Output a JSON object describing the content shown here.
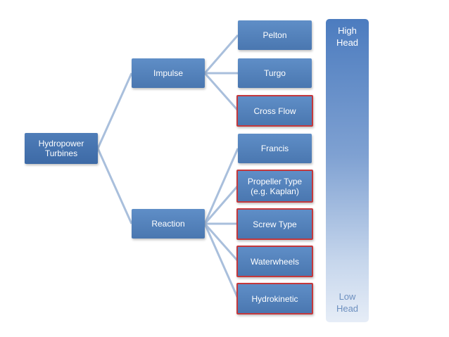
{
  "root": {
    "label_line1": "Hydropower",
    "label_line2": "Turbines"
  },
  "categories": {
    "impulse": {
      "label": "Impulse"
    },
    "reaction": {
      "label": "Reaction"
    }
  },
  "impulse_types": [
    {
      "label": "Pelton",
      "highlighted": false
    },
    {
      "label": "Turgo",
      "highlighted": false
    },
    {
      "label": "Cross Flow",
      "highlighted": true
    }
  ],
  "reaction_types": [
    {
      "label": "Francis",
      "highlighted": false
    },
    {
      "label_line1": "Propeller Type",
      "label_line2": "(e.g. Kaplan)",
      "highlighted": true
    },
    {
      "label": "Screw Type",
      "highlighted": true
    },
    {
      "label": "Waterwheels",
      "highlighted": true
    },
    {
      "label": "Hydrokinetic",
      "highlighted": true
    }
  ],
  "head_scale": {
    "top_line1": "High",
    "top_line2": "Head",
    "bottom_line1": "Low",
    "bottom_line2": "Head"
  },
  "colors": {
    "box": "#4f7db8",
    "highlight_border": "#c4383c",
    "connector": "#a9bfdc"
  }
}
